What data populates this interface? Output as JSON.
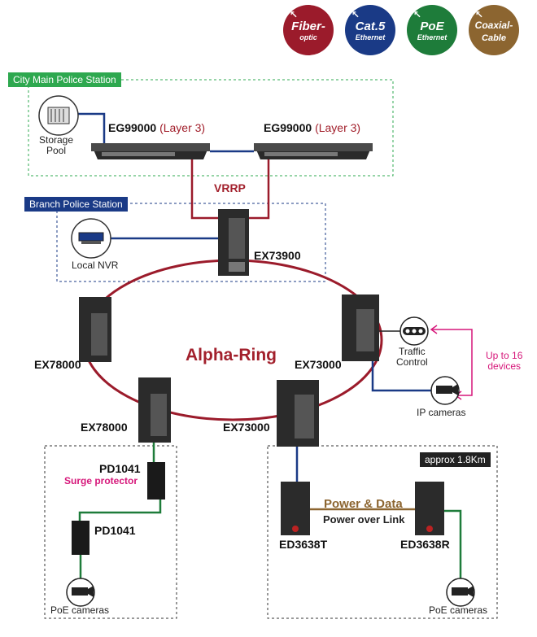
{
  "legend": [
    {
      "line1": "Fiber-",
      "line2": "optic",
      "color": "#9b1b2b"
    },
    {
      "line1": "Cat.5",
      "line2": "Ethernet",
      "color": "#1a3a86"
    },
    {
      "line1": "PoE",
      "line2": "Ethernet",
      "color": "#1e7c3a"
    },
    {
      "line1": "Coaxial-",
      "line2": "Cable",
      "color": "#8c6530"
    }
  ],
  "zones": {
    "main": "City Main Police Station",
    "branch": "Branch Police Station",
    "distance": "approx 1.8Km"
  },
  "devices": {
    "storage": "Storage\nPool",
    "eg_left": "EG99000",
    "eg_right": "EG99000",
    "layer3": "(Layer 3)",
    "vrrp": "VRRP",
    "local_nvr": "Local NVR",
    "ex73900": "EX73900",
    "alpha_ring": "Alpha-Ring",
    "ex78000_a": "EX78000",
    "ex78000_b": "EX78000",
    "ex73000_a": "EX73000",
    "ex73000_b": "EX73000",
    "traffic": "Traffic\nControl",
    "ip_cameras": "IP cameras",
    "up_to": "Up to 16\ndevices",
    "pd1041_a": "PD1041",
    "surge": "Surge protector",
    "pd1041_b": "PD1041",
    "poe_left": "PoE cameras",
    "power_data": "Power & Data",
    "power_over_link_words": [
      "Power",
      "over",
      "Link"
    ],
    "ed3638t": "ED3638T",
    "ed3638r": "ED3638R",
    "poe_right": "PoE cameras"
  }
}
